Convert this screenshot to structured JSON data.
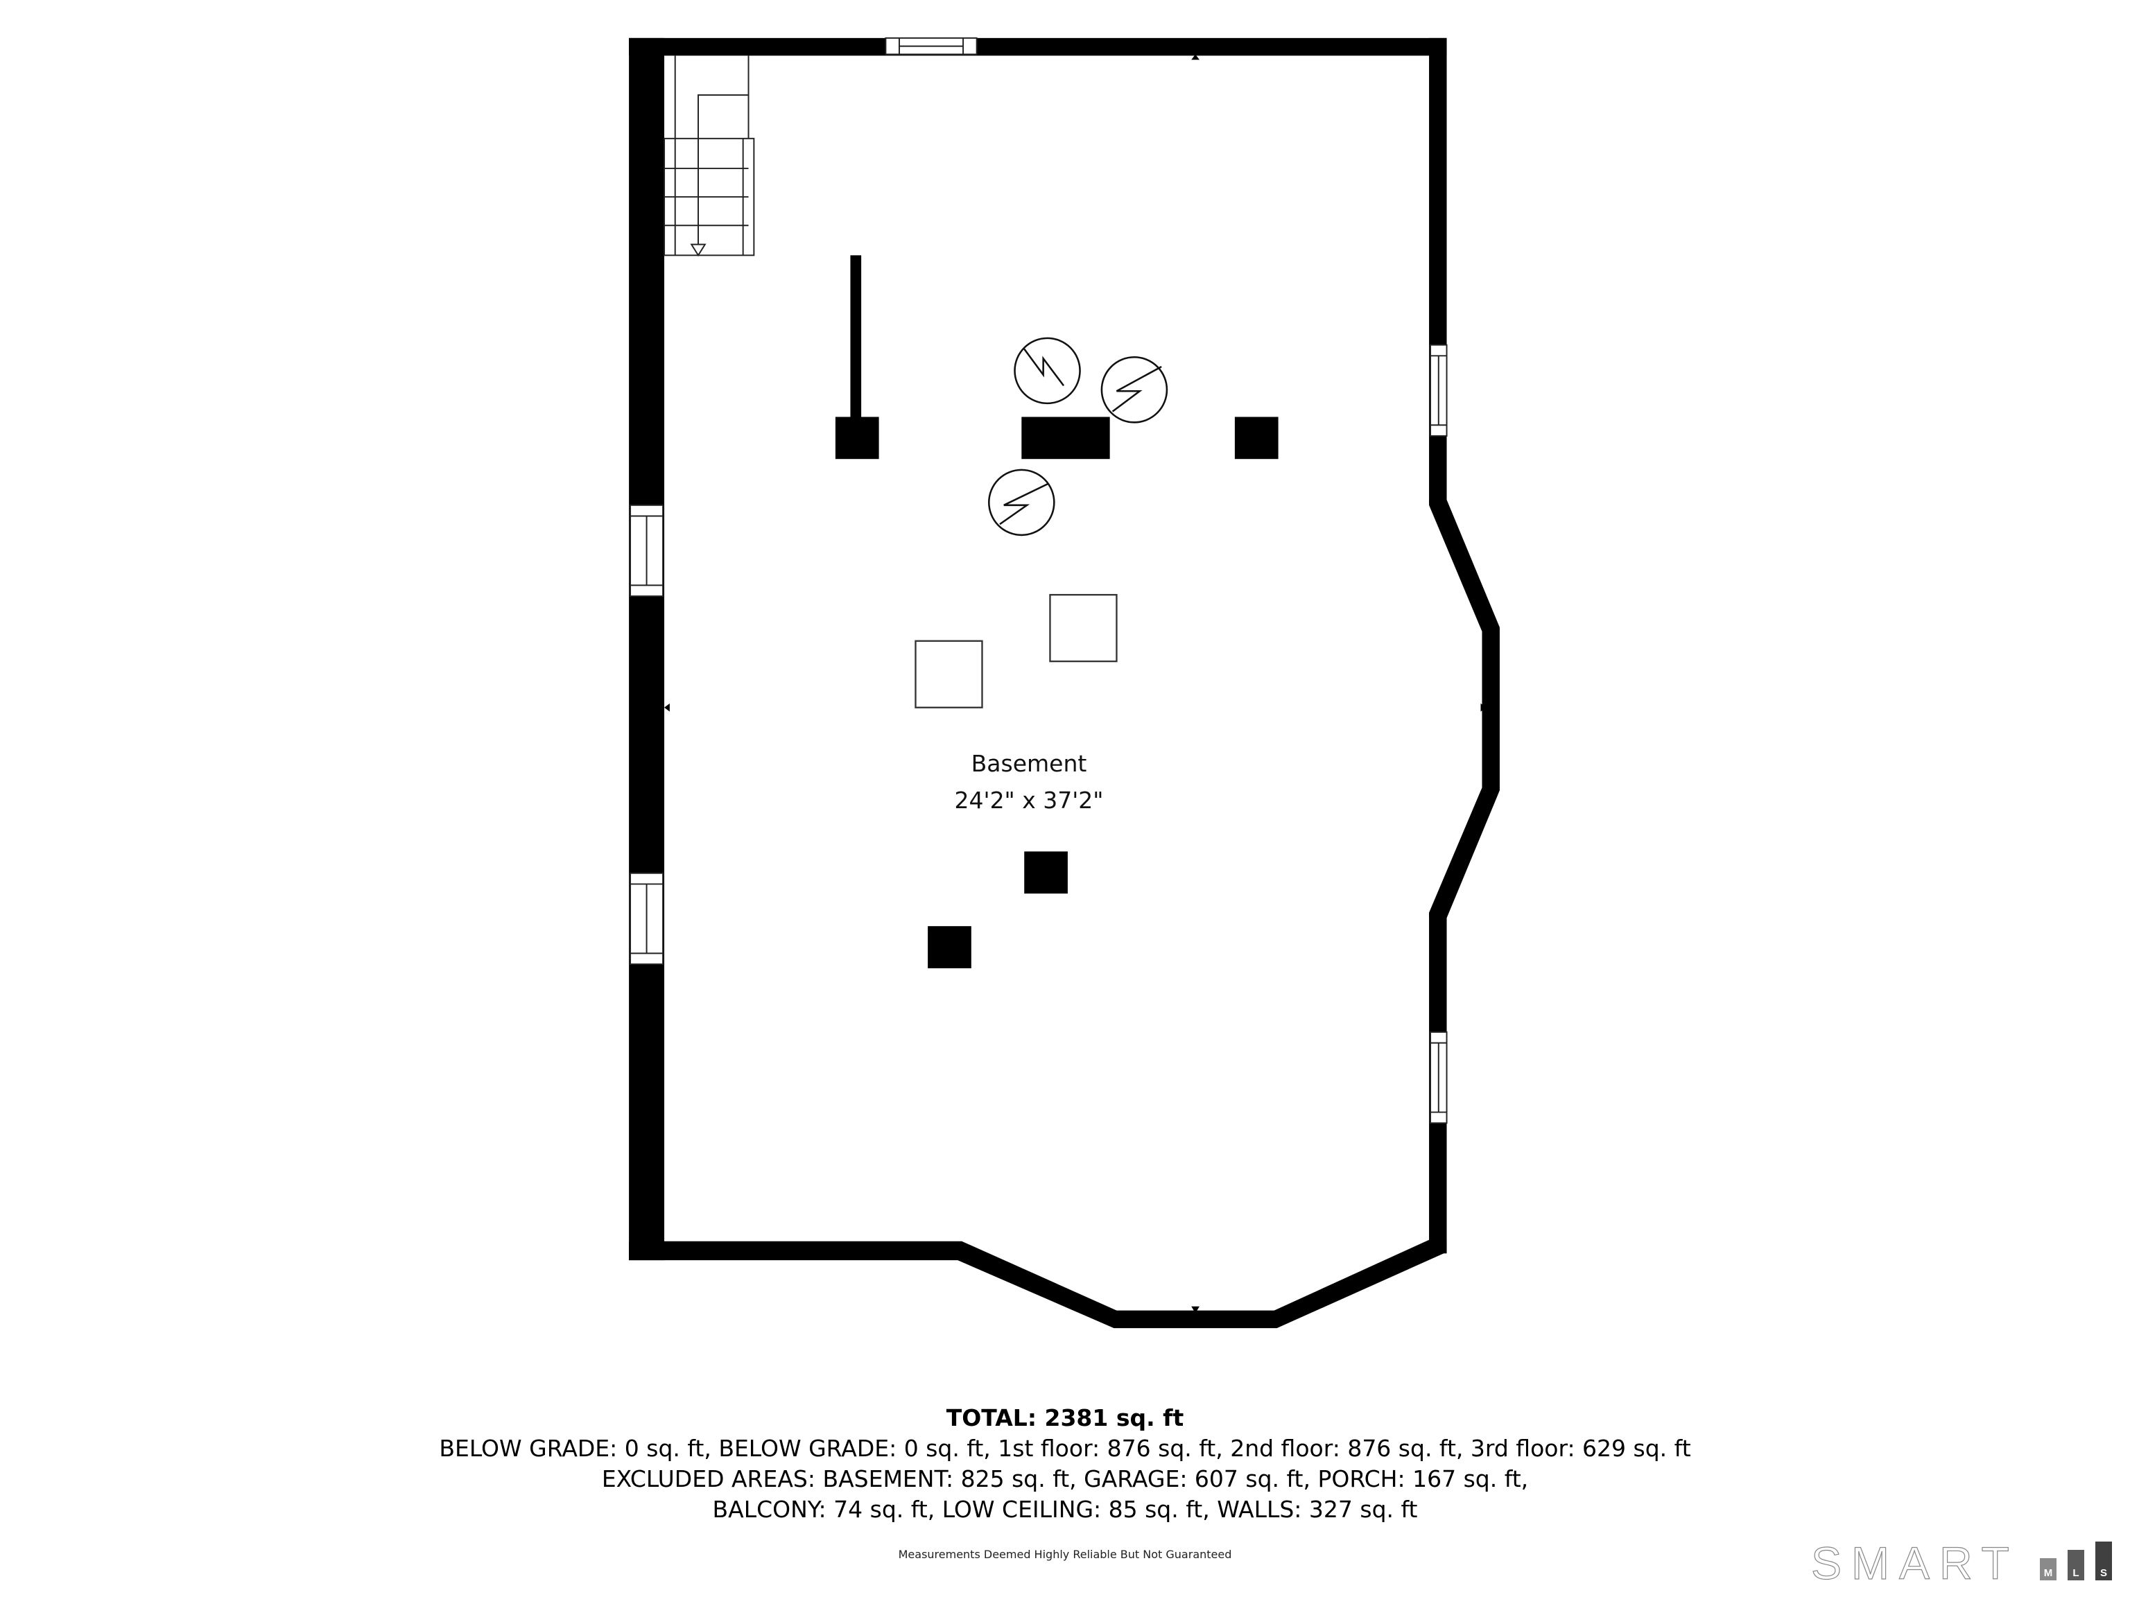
{
  "room": {
    "name": "Basement",
    "dimensions": "24'2\" x 37'2\""
  },
  "summary": {
    "total": "TOTAL: 2381 sq. ft",
    "line1": "BELOW GRADE: 0 sq. ft, BELOW GRADE: 0 sq. ft, 1st floor: 876 sq. ft, 2nd floor: 876 sq. ft, 3rd floor: 629 sq. ft",
    "line2": "EXCLUDED AREAS: BASEMENT: 825 sq. ft, GARAGE: 607 sq. ft, PORCH: 167 sq. ft,",
    "line3": "BALCONY: 74 sq. ft, LOW CEILING: 85 sq. ft, WALLS: 327 sq. ft"
  },
  "disclaimer": "Measurements Deemed Highly Reliable But Not Guaranteed",
  "logo": {
    "word": "SMART",
    "blocks": [
      "M",
      "L",
      "S"
    ],
    "block_colors": [
      "#8a8a8a",
      "#5a5a5a",
      "#404040"
    ]
  },
  "colors": {
    "wall": "#000000",
    "background": "#ffffff",
    "outline": "#222222"
  },
  "symbols": [
    "stair-icon",
    "window-icon",
    "water-heater-icon",
    "column-icon",
    "marker-arrow-icon"
  ]
}
